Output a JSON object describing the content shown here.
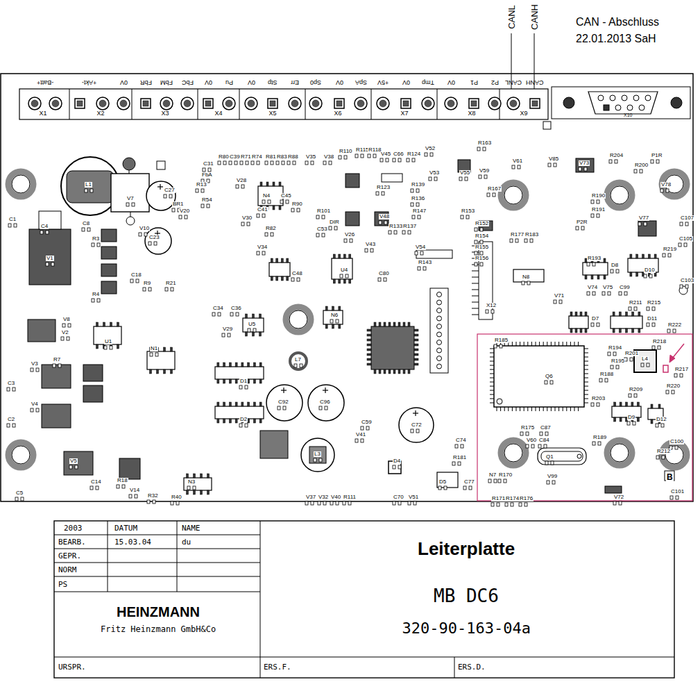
{
  "diagram": {
    "labels": [
      "CAN - Abschluss",
      "22.01.2013 SaH",
      "CANL",
      "CANH",
      "-Batt+",
      "+Akt-",
      "0V",
      "FbR",
      "FbM",
      "FbC",
      "0V",
      "Pu",
      "0V",
      "Stp",
      "Err",
      "Sp0",
      "0V",
      "SpA",
      "+5V",
      "0V",
      "Tmp",
      "0V",
      "P1",
      "P2",
      "CANL",
      "CANH",
      "X1",
      "X2",
      "X3",
      "X4",
      "X5",
      "X6",
      "X7",
      "X8",
      "X9",
      "X10",
      "2003",
      "DATUM",
      "NAME",
      "BEARB.",
      "15.03.04",
      "du",
      "GEPR.",
      "NORM",
      "PS",
      "HEINZMANN",
      "Fritz Heinzmann GmbH&Co",
      "URSPR.",
      "Leiterplatte",
      "MB DC6",
      "320-90-163-04a",
      "ERS.F.",
      "ERS.D.",
      "B",
      "L1",
      "V7",
      "C27",
      "BR1",
      "C23",
      "V1",
      "R3",
      "R4",
      "C1",
      "C4",
      "C8",
      "C18",
      "R9",
      "R21",
      "V10",
      "C31",
      "FbA",
      "R80",
      "C39",
      "R71",
      "R74",
      "R81",
      "R83",
      "R88",
      "V35",
      "V38",
      "R110",
      "R115",
      "R118",
      "V45",
      "C66",
      "R124",
      "V52",
      "R163",
      "V61",
      "V85",
      "R204",
      "R200",
      "P1R",
      "R13",
      "V28",
      "N4",
      "C45",
      "R90",
      "V20",
      "R54",
      "C41",
      "V30",
      "R82",
      "V34",
      "C48",
      "R101",
      "C53",
      "DIR",
      "V26",
      "V43",
      "R123",
      "V48",
      "R139",
      "R136",
      "R147",
      "R133",
      "R137",
      "V53",
      "V55",
      "V59",
      "R167",
      "R153",
      "R152",
      "R154",
      "R155",
      "R156",
      "R177",
      "R183",
      "N8",
      "P2R",
      "R190",
      "R191",
      "V73",
      "V77",
      "V78",
      "R219",
      "C105",
      "C107",
      "D8",
      "R193",
      "D10",
      "D7",
      "D11",
      "V71",
      "V74",
      "V75",
      "C99",
      "R211",
      "R215",
      "R222",
      "C103",
      "X12",
      "V54",
      "R143",
      "N6",
      "U4",
      "C80",
      "V8",
      "V2",
      "U1",
      "R7",
      "V3",
      "V4",
      "V5",
      "C3",
      "C2",
      "C5",
      "C14",
      "R18",
      "V14",
      "R32",
      "R40",
      "N1",
      "N3",
      "D1",
      "D2",
      "U5",
      "V29",
      "C34",
      "C36",
      "L7",
      "C92",
      "C96",
      "L3",
      "C72",
      "V41",
      "C59",
      "V37",
      "V32",
      "V40",
      "R111",
      "C70",
      "V51",
      "D4",
      "D5",
      "C77",
      "R181",
      "C74",
      "Q6",
      "R185",
      "R194",
      "R201",
      "R218",
      "R217",
      "L4",
      "R220",
      "R195",
      "R188",
      "R203",
      "D9",
      "D12",
      "C100",
      "Q1",
      "V99",
      "V72",
      "C101",
      "R175",
      "C87",
      "V60",
      "C84",
      "R189",
      "N7",
      "R170",
      "R171",
      "R174",
      "R176",
      "R209",
      "R212"
    ]
  }
}
